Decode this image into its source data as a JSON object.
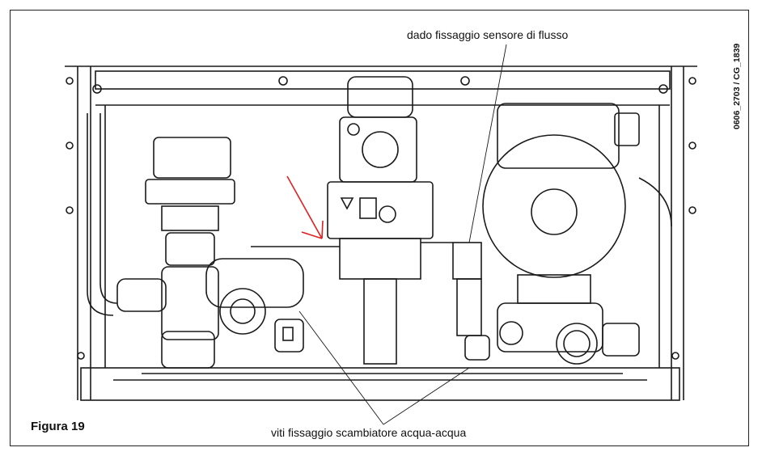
{
  "figure": {
    "label": "Figura 19",
    "code": "0606_2703 / CG_1839"
  },
  "callouts": {
    "top": "dado fissaggio sensore di flusso",
    "bottom": "viti fissaggio scambiatore acqua-acqua"
  },
  "colors": {
    "line": "#1a1a1a",
    "arrow": "#e02020",
    "background": "#ffffff"
  }
}
